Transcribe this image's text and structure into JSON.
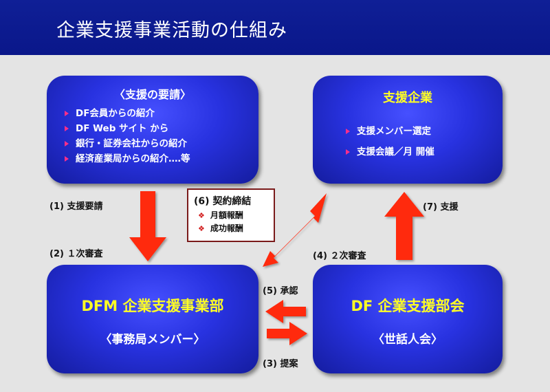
{
  "title": "企業支援事業活動の仕組み",
  "request_box": {
    "heading": "〈支援の要請〉",
    "items": [
      "DF会員からの紹介",
      "DF Web サイト から",
      "銀行・証券会社からの紹介",
      "経済産業局からの紹介‥‥等"
    ]
  },
  "support_box": {
    "heading": "支援企業",
    "items": [
      "支援メンバー選定",
      "支援会議／月 開催"
    ]
  },
  "dfm_box": {
    "title": "DFM 企業支援事業部",
    "subtitle": "〈事務局メンバー〉"
  },
  "df_box": {
    "title": "DF 企業支援部会",
    "subtitle": "〈世話人会〉"
  },
  "contract": {
    "title": "(6) 契約締結",
    "items": [
      "月額報酬",
      "成功報酬"
    ]
  },
  "steps": {
    "s1": "(1) 支援要請",
    "s2": "(2) １次審査",
    "s3": "(3) 提案",
    "s4": "(4) ２次審査",
    "s5": "(5) 承認",
    "s7": "(7) 支援"
  },
  "colors": {
    "title_bar": "#0f1f96",
    "box_blue": "#2832e0",
    "arrow_red": "#ff2a10",
    "highlight_yellow": "#ffff24",
    "bullet_pink": "#ff2f8a"
  },
  "icons": {
    "bullet": "triangle-bullet-icon",
    "contract_bullet": "diamond-bullet-icon"
  }
}
